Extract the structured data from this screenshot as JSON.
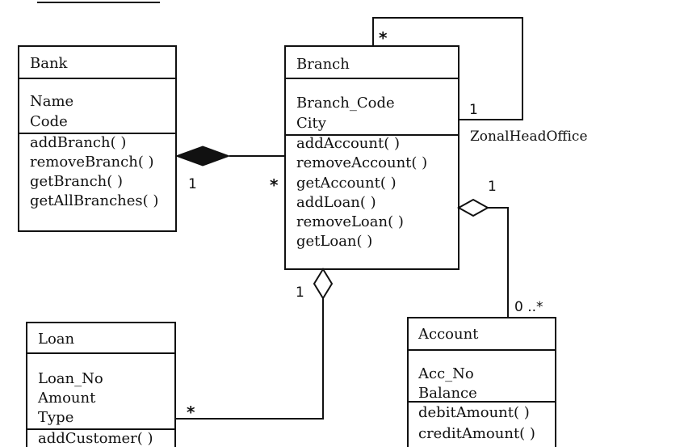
{
  "classes": {
    "bank": {
      "name": "Bank",
      "attributes": [
        "Name",
        "Code"
      ],
      "methods": [
        "addBranch( )",
        "removeBranch( )",
        "getBranch( )",
        "getAllBranches( )"
      ]
    },
    "branch": {
      "name": "Branch",
      "attributes": [
        "Branch_Code",
        "City"
      ],
      "methods": [
        "addAccount( )",
        "removeAccount( )",
        "getAccount( )",
        "addLoan( )",
        "removeLoan( )",
        "getLoan( )"
      ]
    },
    "loan": {
      "name": "Loan",
      "attributes": [
        "Loan_No",
        "Amount",
        "Type"
      ],
      "methods": [
        "addCustomer( )"
      ]
    },
    "account": {
      "name": "Account",
      "attributes": [
        "Acc_No",
        "Balance"
      ],
      "methods": [
        "debitAmount( )",
        "creditAmount( )"
      ]
    }
  },
  "associations": {
    "bank_branch": {
      "bank_end": "1",
      "branch_end": "*"
    },
    "zonal": {
      "label": "ZonalHeadOffice",
      "top_end": "*",
      "side_end": "1"
    },
    "branch_account": {
      "branch_end": "1",
      "account_end": "0 ..*"
    },
    "branch_loan": {
      "branch_end": "1",
      "loan_end": "*"
    }
  },
  "colors": {
    "line": "#111111",
    "background": "#ffffff"
  }
}
